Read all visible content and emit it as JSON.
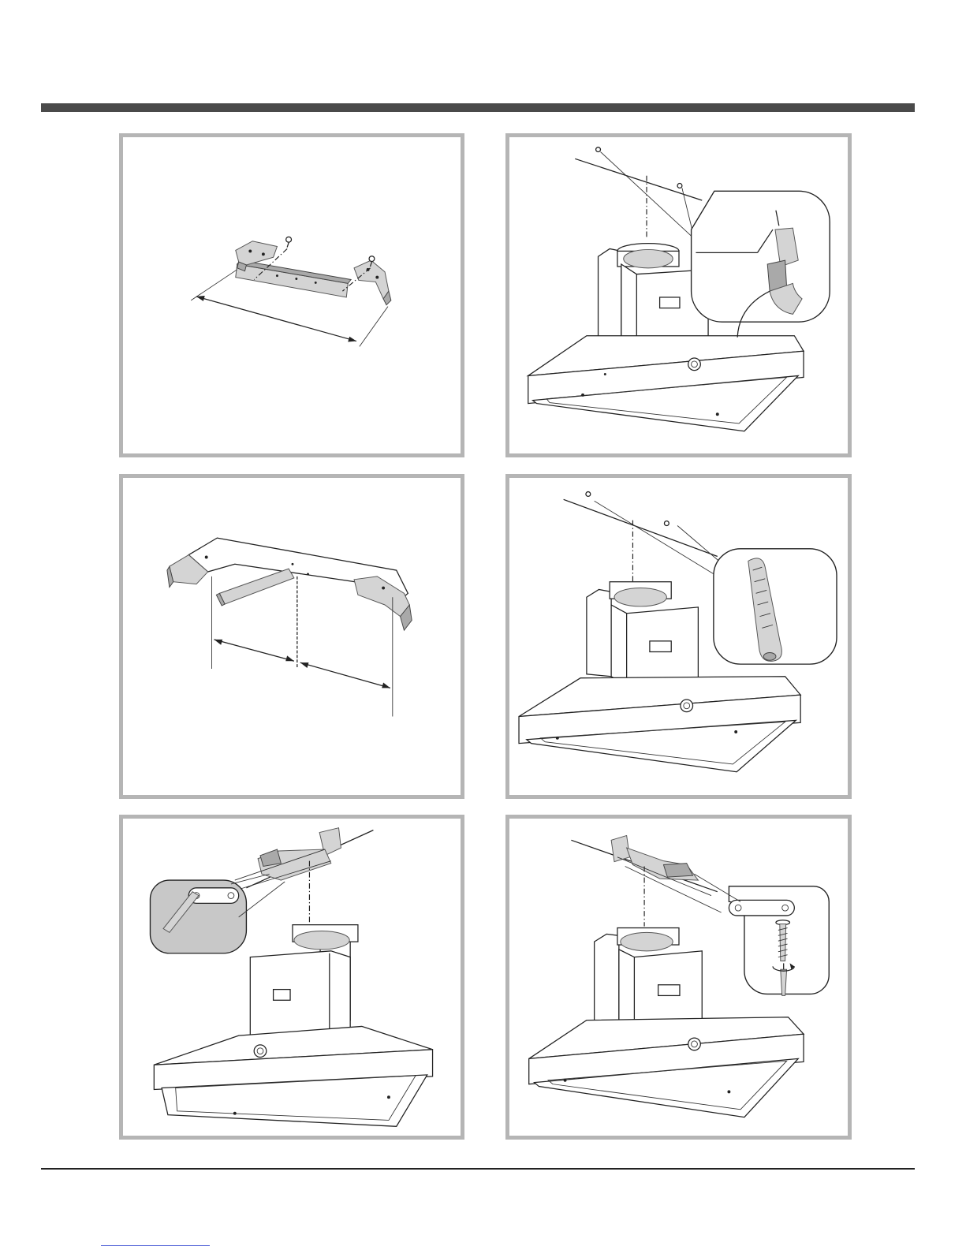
{
  "page": {
    "panels": [
      {
        "id": "step-1",
        "caption": "",
        "illustration": "brackets-assembly"
      },
      {
        "id": "step-2",
        "caption": "",
        "illustration": "drill-ceiling"
      },
      {
        "id": "step-3",
        "caption": "",
        "illustration": "bracket-centering"
      },
      {
        "id": "step-4",
        "caption": "",
        "illustration": "wall-plug-insertion"
      },
      {
        "id": "step-5",
        "caption": "",
        "illustration": "hex-key-fixing"
      },
      {
        "id": "step-6",
        "caption": "",
        "illustration": "screw-fixing"
      }
    ],
    "footer": {
      "link_text": ""
    }
  },
  "colors": {
    "rule": "#4a4a4a",
    "panel_border": "#b5b5b5",
    "line_art": "#222222",
    "part_fill": "#d4d4d4",
    "link": "#4a5bd6"
  },
  "icons": [
    "drill-icon",
    "wall-plug-icon",
    "hex-key-icon",
    "screw-icon",
    "screwdriver-icon"
  ]
}
